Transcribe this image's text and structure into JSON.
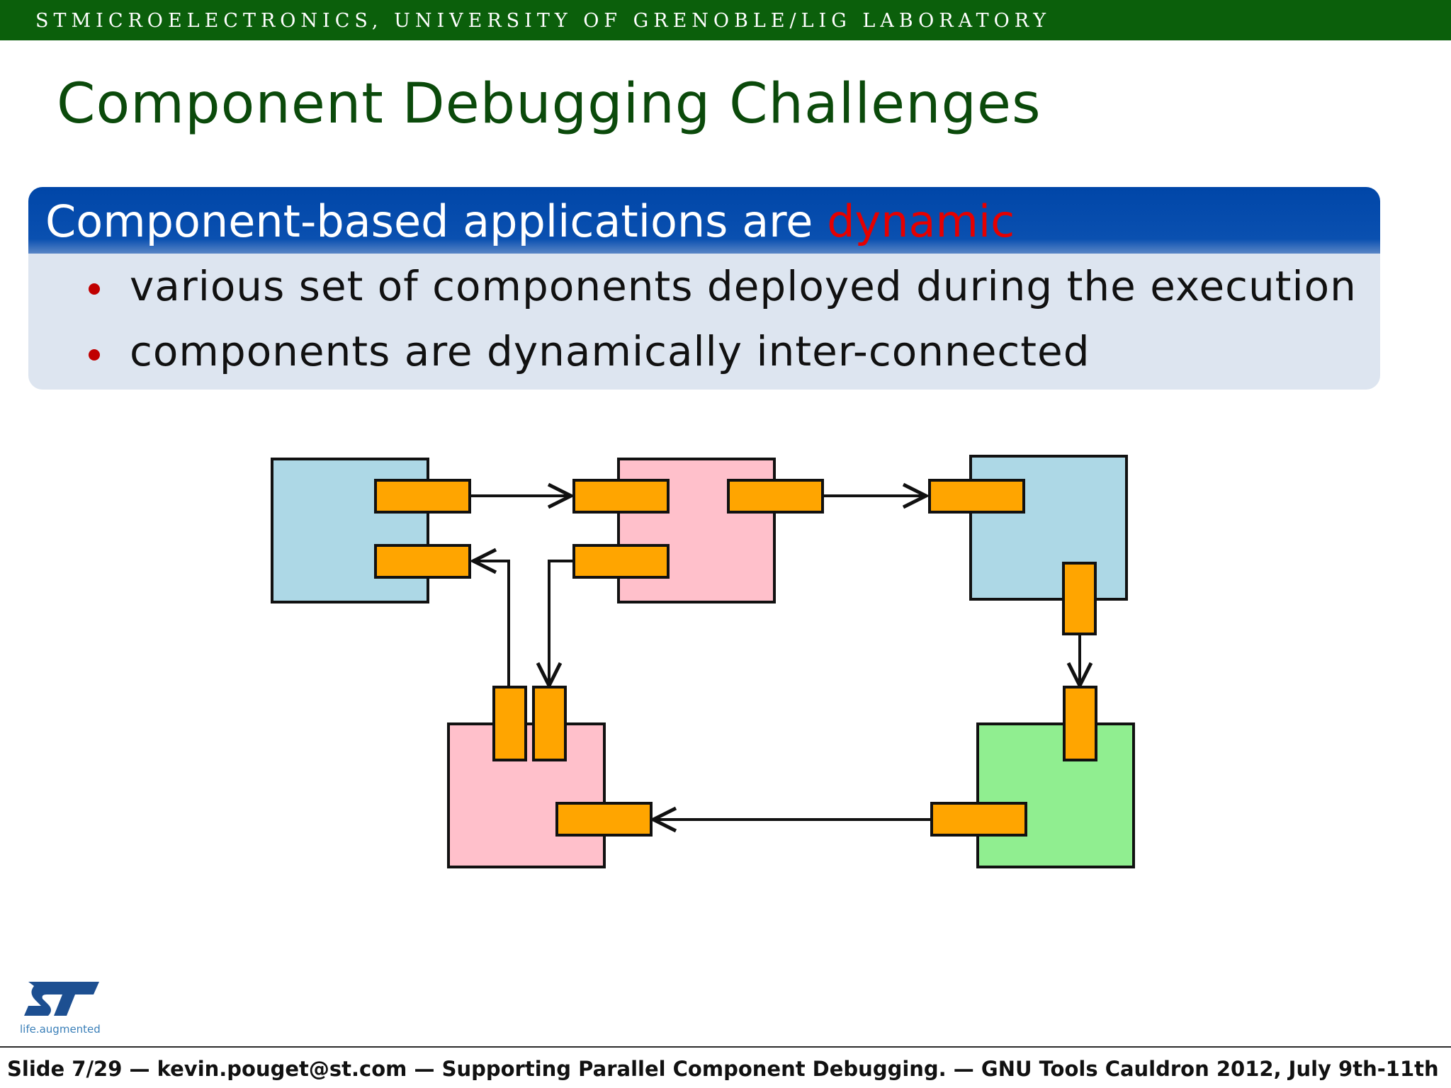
{
  "header": {
    "affiliation": "STMICROELECTRONICS, UNIVERSITY OF GRENOBLE/LIG LABORATORY"
  },
  "slide": {
    "title": "Component Debugging Challenges",
    "block": {
      "title_prefix": "Component-based applications are",
      "title_highlight": "dynamic",
      "bullets": [
        "various set of components deployed during the execution",
        "components are dynamically inter-connected"
      ]
    }
  },
  "logo": {
    "tagline": "life.augmented"
  },
  "footer": {
    "text": "Slide 7/29 — kevin.pouget@st.com — Supporting Parallel Component Debugging. — GNU Tools Cauldron 2012, July 9th-11th"
  },
  "colors": {
    "header_bar": "#0b5f0b",
    "title": "#0b4a0b",
    "block_header": "#0046a8",
    "block_body": "#dde5f0",
    "highlight": "#e50000",
    "bullet": "#c00000",
    "component_blue": "#add8e6",
    "component_pink": "#ffc0cb",
    "component_green": "#90ee90",
    "interface_orange": "#ffa500"
  }
}
